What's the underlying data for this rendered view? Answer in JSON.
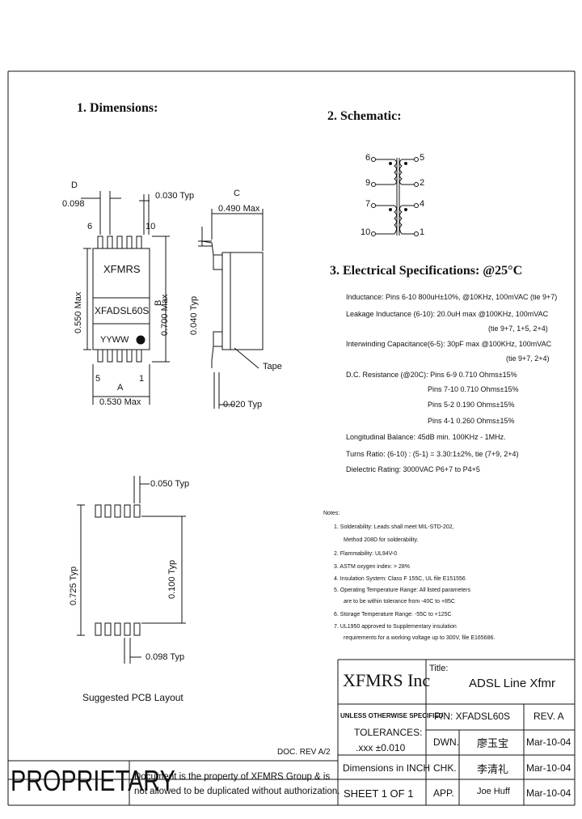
{
  "sections": {
    "dimensions": "1. Dimensions:",
    "schematic": "2. Schematic:",
    "electrical": "3. Electrical Specifications: @25°C"
  },
  "dims": {
    "d_label": "D",
    "d_value": "0.098",
    "c_typ": "0.030 Typ",
    "pin_6": "6",
    "pin_10": "10",
    "pin_5": "5",
    "pin_1": "1",
    "brand": "XFMRS",
    "part": "XFADSL60S",
    "date_code": "YYWW",
    "b_label": "B",
    "a_label": "A",
    "h_550": "0.550 Max",
    "h_700": "0.700 Max",
    "w_530": "0.530 Max",
    "c_label": "C",
    "c_490": "0.490 Max",
    "h_040": "0.040 Typ",
    "w_020": "0.020 Typ",
    "tape": "Tape"
  },
  "schematic_pins": {
    "p6": "6",
    "p9": "9",
    "p7": "7",
    "p10": "10",
    "p5": "5",
    "p2": "2",
    "p4": "4",
    "p1": "1"
  },
  "specs": [
    "Inductance: Pins 6-10 800uH±10%, @10KHz, 100mVAC (tie 9+7)",
    "Leakage Inductance (6-10): 20.0uH max @100KHz, 100mVAC",
    "(tie 9+7, 1+5, 2+4)",
    "Interwinding Capacitance(6-5): 30pF max @100KHz, 100mVAC",
    "(tie 9+7, 2+4)",
    "D.C. Resistance (@20C): Pins 6-9 0.710 Ohms±15%",
    "Pins 7-10 0.710 Ohms±15%",
    "Pins 5-2 0.190 Ohms±15%",
    "Pins 4-1 0.260 Ohms±15%",
    "Longitudinal Balance: 45dB min. 100KHz - 1MHz.",
    "Turns Ratio: (6-10) : (5-1) = 3.30:1±2%, tie (7+9, 2+4)",
    "Dielectric Rating: 3000VAC P6+7 to P4+5"
  ],
  "layout": {
    "d050": "0.050 Typ",
    "d725": "0.725 Typ",
    "d100": "0.100 Typ",
    "d098": "0.098 Typ",
    "caption": "Suggested PCB Layout"
  },
  "notes": {
    "title": "Notes:",
    "items": [
      "1. Solderability: Leads shall meet MIL-STD-202,",
      "Method 208D for solderability.",
      "2. Flammability: UL94V-0",
      "3. ASTM oxygen index: > 28%",
      "4. Insulation System: Class F 155C, UL file E151556",
      "5. Operating Temperature Range: All listed parameters",
      "are to be within tolerance from -40C to +85C",
      "6. Storage Temperature Range: -55C to +125C",
      "7. UL1950 approved to Supplementary insulation",
      "requirements for a working voltage up to 300V, file E165686."
    ]
  },
  "title_block": {
    "company": "XFMRS Inc",
    "title_label": "Title:",
    "title_value": "ADSL Line Xfmr",
    "tol_head": "UNLESS OTHERWISE SPECIFIED",
    "tol_label": "TOLERANCES:",
    "tol_value": ".xxx ±0.010",
    "dims_unit": "Dimensions in INCH",
    "sheet": "SHEET 1 OF 1",
    "pn": "P/N: XFADSL60S",
    "rev": "REV. A",
    "dwn_label": "DWN.",
    "dwn_name": "廖玉宝",
    "dwn_date": "Mar-10-04",
    "chk_label": "CHK.",
    "chk_name": "李清礼",
    "chk_date": "Mar-10-04",
    "app_label": "APP.",
    "app_name": "Joe Huff",
    "app_date": "Mar-10-04",
    "doc_rev": "DOC. REV A/2",
    "proprietary": "PROPRIETARY",
    "prop_line1": "Document is the property of XFMRS Group & is",
    "prop_line2": "not allowed to be duplicated without authorization."
  }
}
